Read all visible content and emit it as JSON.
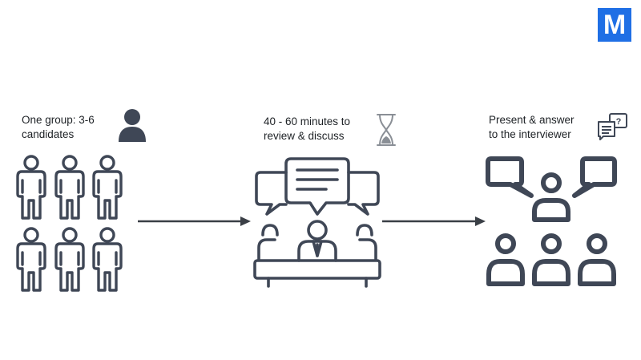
{
  "logo": {
    "letter": "M",
    "color": "#1f6fe5"
  },
  "colors": {
    "icon": "#3f4756",
    "arrow": "#3a3f46"
  },
  "steps": [
    {
      "label": "One group: 3-6\ncandidates",
      "icon": "person-group-icon"
    },
    {
      "label": "40 - 60 minutes to\nreview & discuss",
      "icon": "meeting-discussion-icon"
    },
    {
      "label": "Present & answer\nto the interviewer",
      "icon": "presentation-audience-icon"
    }
  ]
}
